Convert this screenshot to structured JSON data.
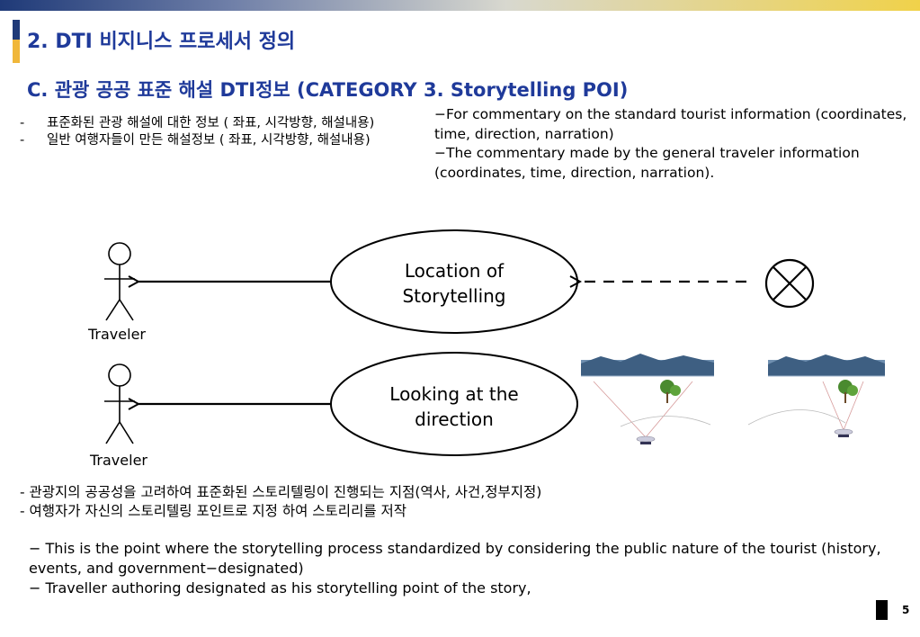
{
  "title": "2. DTI 비지니스 프로세서 정의",
  "subtitle": "C. 관광 공공 표준 해설  DTI정보 (CATEGORY 3. Storytelling POI)",
  "intro_ko": [
    {
      "dash": "-",
      "text": "표준화된 관광 해설에 대한 정보 ( 좌표, 시각방향, 해설내용)"
    },
    {
      "dash": "-",
      "text": "일반 여행자들이 만든 해설정보 ( 좌표, 시각방향, 해설내용)"
    }
  ],
  "intro_en": [
    "−For commentary on the standard tourist information (coordinates, time, direction, narration)",
    "−The commentary made by the general traveler information (coordinates, time, direction, narration)."
  ],
  "diagram": {
    "actor1_label": "Traveler",
    "actor2_label": "Traveler",
    "usecase1_line1": "Location of",
    "usecase1_line2": "Storytelling",
    "usecase2_line1": "Looking at the",
    "usecase2_line2": "direction",
    "external_icon": "circle-x-icon"
  },
  "bottom_ko": [
    "- 관광지의 공공성을 고려하여 표준화된 스토리텔링이 진행되는 지점(역사, 사건,정부지정)",
    "- 여행자가 자신의 스토리텔링 포인트로 지정 하여 스토리리를 저작"
  ],
  "bottom_en": [
    "− This is the point where the storytelling process standardized by considering the public nature of the tourist (history, events, and government−designated)",
    "− Traveller authoring designated as his storytelling point of the story,"
  ],
  "page_number": "5",
  "colors": {
    "title": "#1f3a9a",
    "accent_dark": "#1f3a78",
    "accent_gold": "#f0b73a"
  }
}
